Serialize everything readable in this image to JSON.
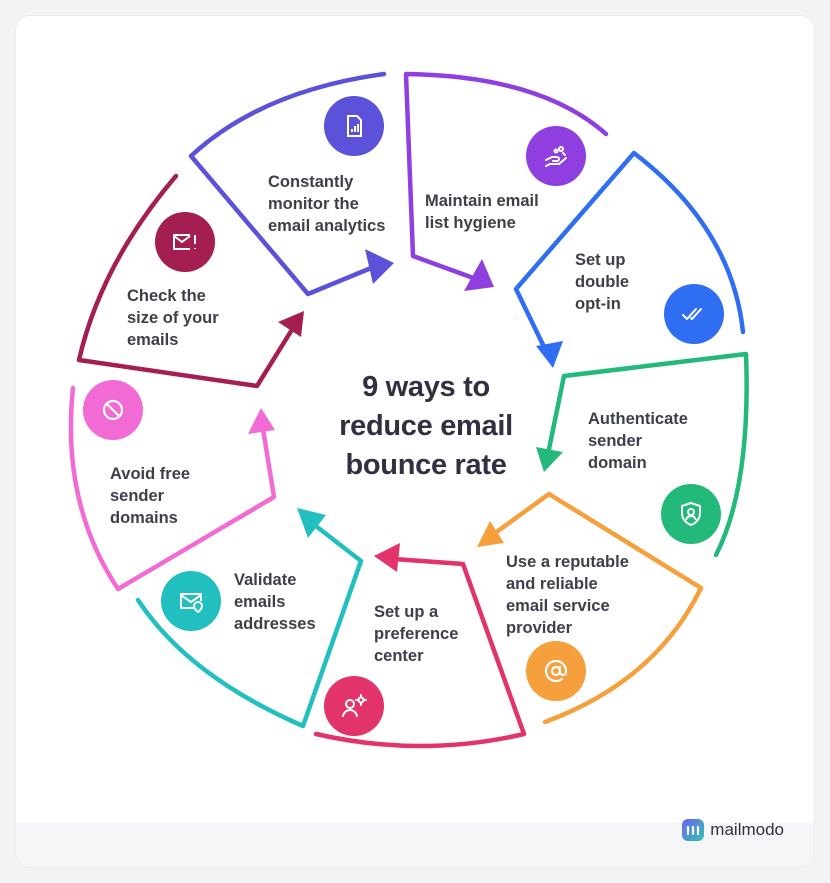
{
  "diagram": {
    "title_lines": [
      "9 ways to",
      "reduce email",
      "bounce rate"
    ],
    "steps": [
      {
        "lines": [
          "Constantly",
          "monitor the",
          "email analytics"
        ],
        "icon": "analytics-report-icon",
        "color": "#5b52d9"
      },
      {
        "lines": [
          "Maintain email",
          "list hygiene"
        ],
        "icon": "clean-hands-icon",
        "color": "#8f3fe0"
      },
      {
        "lines": [
          "Set up",
          "double",
          "opt-in"
        ],
        "icon": "double-check-icon",
        "color": "#2f6ef2"
      },
      {
        "lines": [
          "Authenticate",
          "sender",
          "domain"
        ],
        "icon": "shield-user-icon",
        "color": "#22b97a"
      },
      {
        "lines": [
          "Use a reputable",
          "and reliable",
          "email service",
          "provider"
        ],
        "icon": "at-sign-icon",
        "color": "#f5a03c"
      },
      {
        "lines": [
          "Set up a",
          "preference",
          "center"
        ],
        "icon": "user-settings-icon",
        "color": "#e2336a"
      },
      {
        "lines": [
          "Validate",
          "emails",
          "addresses"
        ],
        "icon": "email-location-icon",
        "color": "#22bfc0"
      },
      {
        "lines": [
          "Avoid free",
          "sender",
          "domains"
        ],
        "icon": "block-icon",
        "color": "#f26bd5"
      },
      {
        "lines": [
          "Check the",
          "size of your",
          "emails"
        ],
        "icon": "email-alert-icon",
        "color": "#a51e52"
      }
    ]
  },
  "brand": {
    "name": "mailmodo"
  }
}
